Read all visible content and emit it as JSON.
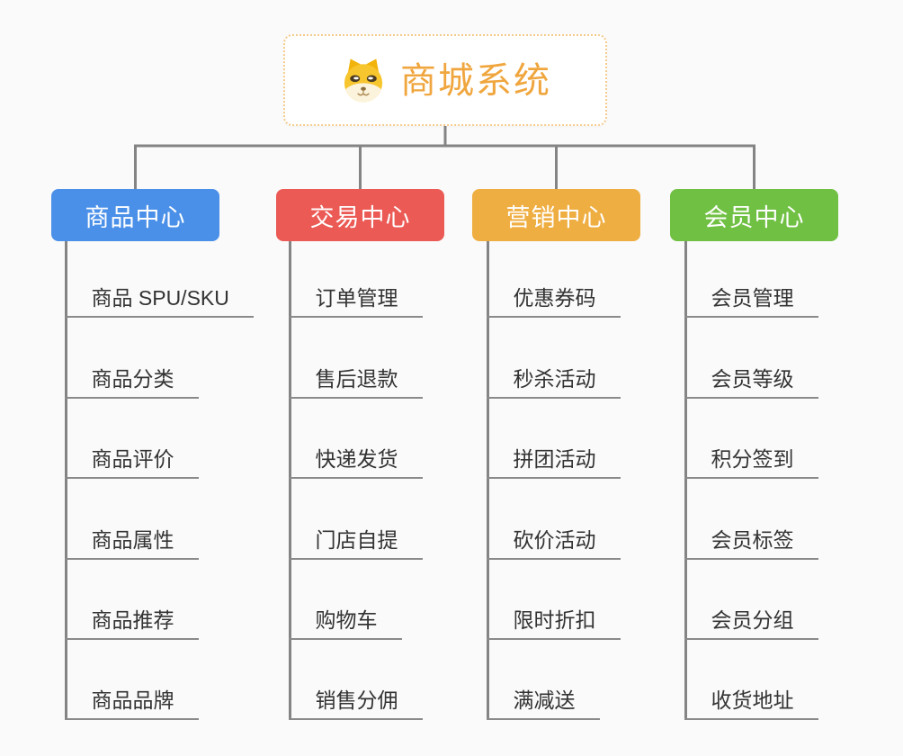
{
  "root": {
    "title": "商城系统",
    "icon": "shiba-dog-icon",
    "title_color": "#F0A63E",
    "border_color": "#F4CB8C"
  },
  "colors": {
    "background": "#FAFAFA",
    "connector": "#848484",
    "leaf_underline": "#8A8A8A",
    "leaf_text": "#333333"
  },
  "branches": [
    {
      "label": "商品中心",
      "color": "#4A90E8",
      "items": [
        "商品 SPU/SKU",
        "商品分类",
        "商品评价",
        "商品属性",
        "商品推荐",
        "商品品牌"
      ]
    },
    {
      "label": "交易中心",
      "color": "#EB5A55",
      "items": [
        "订单管理",
        "售后退款",
        "快递发货",
        "门店自提",
        "购物车",
        "销售分佣"
      ]
    },
    {
      "label": "营销中心",
      "color": "#EFAE41",
      "items": [
        "优惠券码",
        "秒杀活动",
        "拼团活动",
        "砍价活动",
        "限时折扣",
        "满减送"
      ]
    },
    {
      "label": "会员中心",
      "color": "#70C043",
      "items": [
        "会员管理",
        "会员等级",
        "积分签到",
        "会员标签",
        "会员分组",
        "收货地址"
      ]
    }
  ]
}
